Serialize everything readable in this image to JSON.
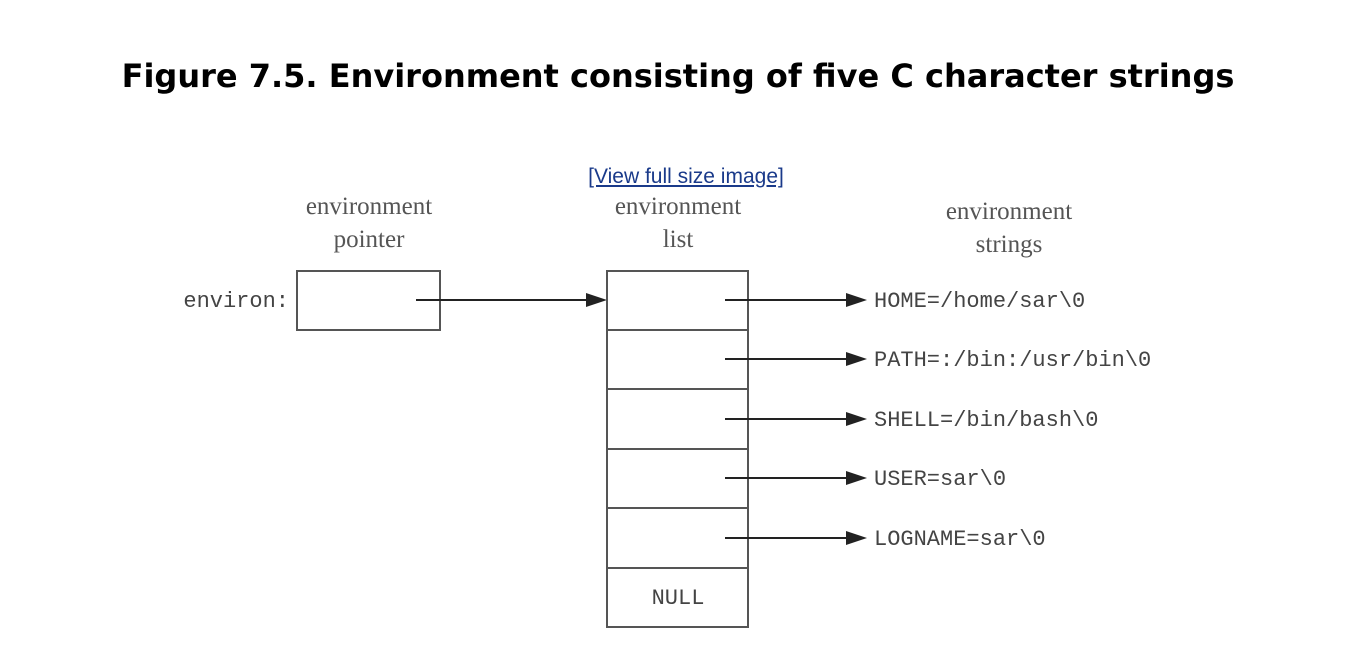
{
  "figure": {
    "title": "Figure 7.5. Environment consisting of five C character strings",
    "view_link": "[View full size image]"
  },
  "diagram": {
    "pointer_label_line1": "environment",
    "pointer_label_line2": "pointer",
    "list_label_line1": "environment",
    "list_label_line2": "list",
    "strings_label_line1": "environment",
    "strings_label_line2": "strings",
    "variable_name": "environ:",
    "null_label": "NULL",
    "strings": [
      "HOME=/home/sar\\0",
      "PATH=:/bin:/usr/bin\\0",
      "SHELL=/bin/bash\\0",
      "USER=sar\\0",
      "LOGNAME=sar\\0"
    ]
  }
}
